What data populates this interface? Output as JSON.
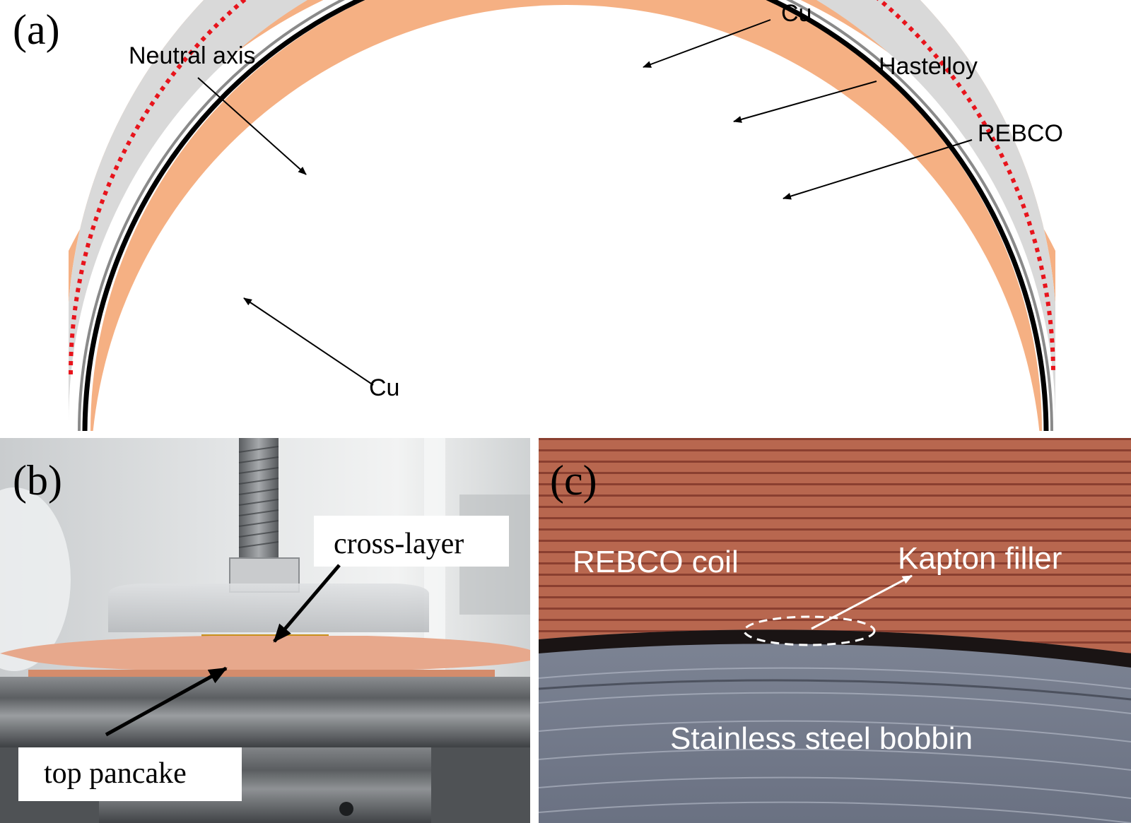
{
  "panel_a": {
    "tag": "(a)",
    "labels": {
      "cu_top": "Cu",
      "neutral_axis": "Neutral axis",
      "hastelloy": "Hastelloy",
      "rebco": "REBCO",
      "cu_bottom": "Cu"
    }
  },
  "panel_b": {
    "tag": "(b)",
    "labels": {
      "cross_layer": "cross-layer",
      "top_pancake": "top pancake"
    }
  },
  "panel_c": {
    "tag": "(c)",
    "labels": {
      "rebco_coil": "REBCO coil",
      "kapton_filler": "Kapton filler",
      "bobbin": "Stainless steel bobbin"
    }
  },
  "colors": {
    "copper": "#f5b083",
    "hastelloy": "#d9d9d9",
    "rebco_line": "#000000",
    "neutral_axis": "#e8141c",
    "photo_copper": "#b5654e"
  }
}
